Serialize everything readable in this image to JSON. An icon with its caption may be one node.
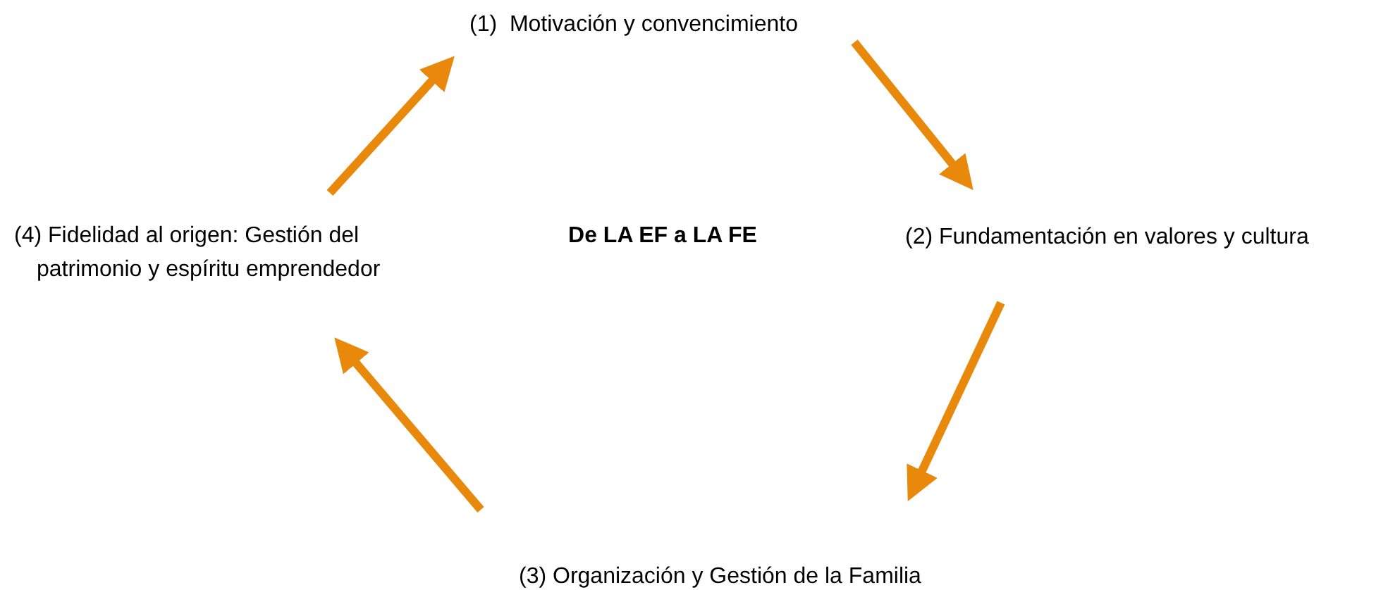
{
  "diagram": {
    "title": "De LA EF a LA FE",
    "nodes": [
      {
        "text": [
          "(1)  Motivación y convencimiento"
        ]
      },
      {
        "text": [
          "(2) Fundamentación en valores y cultura"
        ]
      },
      {
        "text": [
          "(3) Organización y Gestión de la Familia"
        ]
      },
      {
        "text": [
          "(4) Fidelidad al origen: Gestión del patrimonio y espíritu emprendedor"
        ]
      }
    ],
    "edges": [
      {
        "from": 0,
        "to": 1,
        "arrow": "to"
      },
      {
        "from": 1,
        "to": 2,
        "arrow": "to"
      },
      {
        "from": 2,
        "to": 3,
        "arrow": "to"
      },
      {
        "from": 3,
        "to": 0,
        "arrow": "to"
      }
    ]
  }
}
